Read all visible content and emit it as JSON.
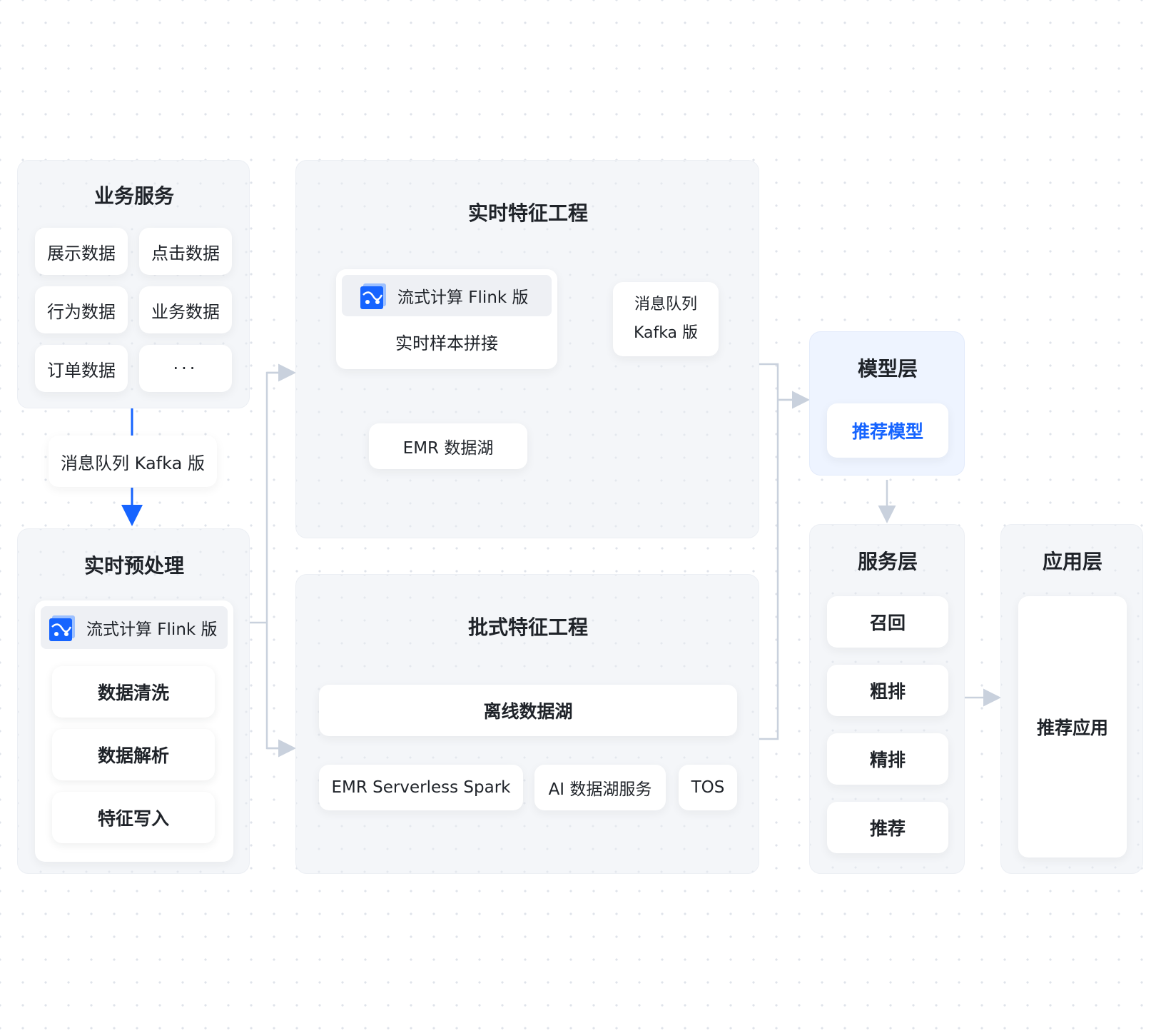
{
  "business_service": {
    "title": "业务服务",
    "items": [
      "展示数据",
      "点击数据",
      "行为数据",
      "业务数据",
      "订单数据",
      "···"
    ]
  },
  "kafka_left": "消息队列 Kafka 版",
  "preprocess": {
    "title": "实时预处理",
    "flink_label": "流式计算 Flink 版",
    "steps": [
      "数据清洗",
      "数据解析",
      "特征写入"
    ]
  },
  "realtime_feature": {
    "title": "实时特征工程",
    "flink_label": "流式计算 Flink 版",
    "flink_sub": "实时样本拼接",
    "kafka_line1": "消息队列",
    "kafka_line2": "Kafka 版",
    "emr": "EMR 数据湖"
  },
  "batch_feature": {
    "title": "批式特征工程",
    "offline_lake": "离线数据湖",
    "tools": [
      "EMR Serverless Spark",
      "AI 数据湖服务",
      "TOS"
    ]
  },
  "model_layer": {
    "title": "模型层",
    "item": "推荐模型"
  },
  "service_layer": {
    "title": "服务层",
    "items": [
      "召回",
      "粗排",
      "精排",
      "推荐"
    ]
  },
  "app_layer": {
    "title": "应用层",
    "item": "推荐应用"
  },
  "colors": {
    "accent": "#1664ff",
    "panel": "#f4f6f9",
    "line": "#c9d1dd"
  }
}
